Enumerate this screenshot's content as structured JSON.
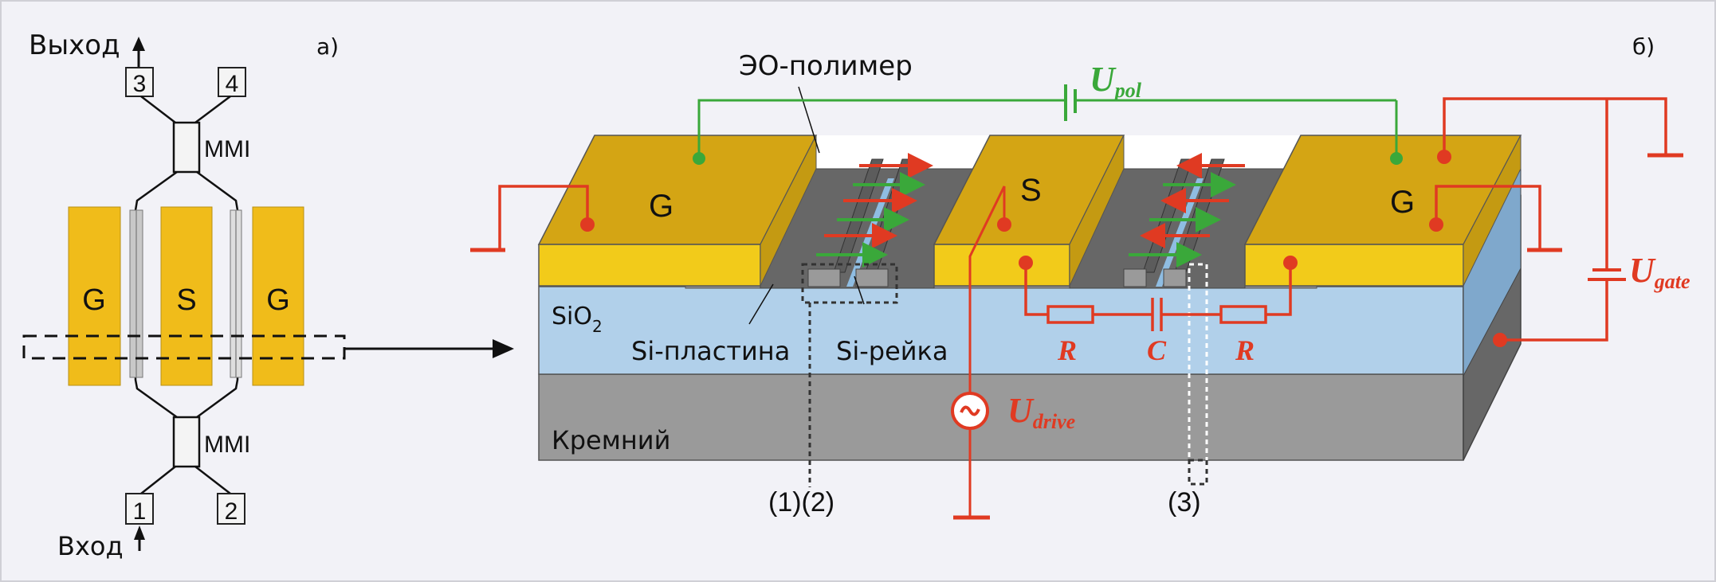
{
  "panel_a": {
    "label": "а)",
    "output_label": "Выход",
    "input_label": "Вход",
    "ports": [
      "1",
      "2",
      "3",
      "4"
    ],
    "mmi_top": "MMI",
    "mmi_bottom": "MMI",
    "electrodes": [
      "G",
      "S",
      "G"
    ]
  },
  "panel_b": {
    "label": "б)",
    "eo_polymer": "ЭО-полимер",
    "electrodes": [
      "G",
      "S",
      "G"
    ],
    "sio2": "SiO",
    "sio2_sub": "2",
    "si_plate": "Si-пластина",
    "si_rail": "Si-рейка",
    "silicon": "Кремний",
    "resistor_left": "R",
    "capacitor": "C",
    "resistor_right": "R",
    "u_pol": "U",
    "u_pol_sub": "pol",
    "u_drive": "U",
    "u_drive_sub": "drive",
    "u_gate": "U",
    "u_gate_sub": "gate",
    "marker_12": "(1)(2)",
    "marker_3": "(3)"
  },
  "colors": {
    "gold_top": "#d4a514",
    "gold_front": "#f2cb1a",
    "oxide": "#b1d0ea",
    "silicon": "#9a9a9a",
    "polymer_dark": "#676767",
    "red_wire": "#e03a22",
    "green_wire": "#3aa83a"
  }
}
